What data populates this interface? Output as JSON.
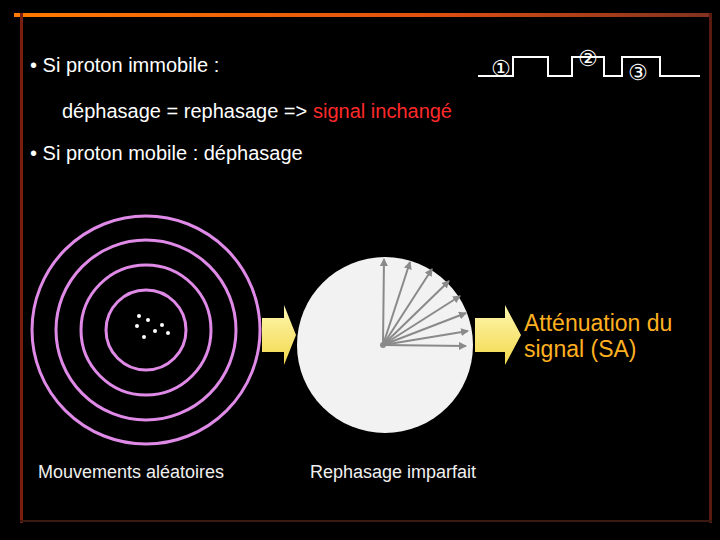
{
  "diagram": {
    "labels": [
      "• Si proton immobile :",
      "①",
      "②",
      "③",
      "déphasage = rephasage =>",
      "signal inchangé",
      "• Si proton mobile : déphasage",
      "Atténuation du signal (SA)",
      "Mouvements aléatoires",
      "Rephasage imparfait"
    ]
  }
}
